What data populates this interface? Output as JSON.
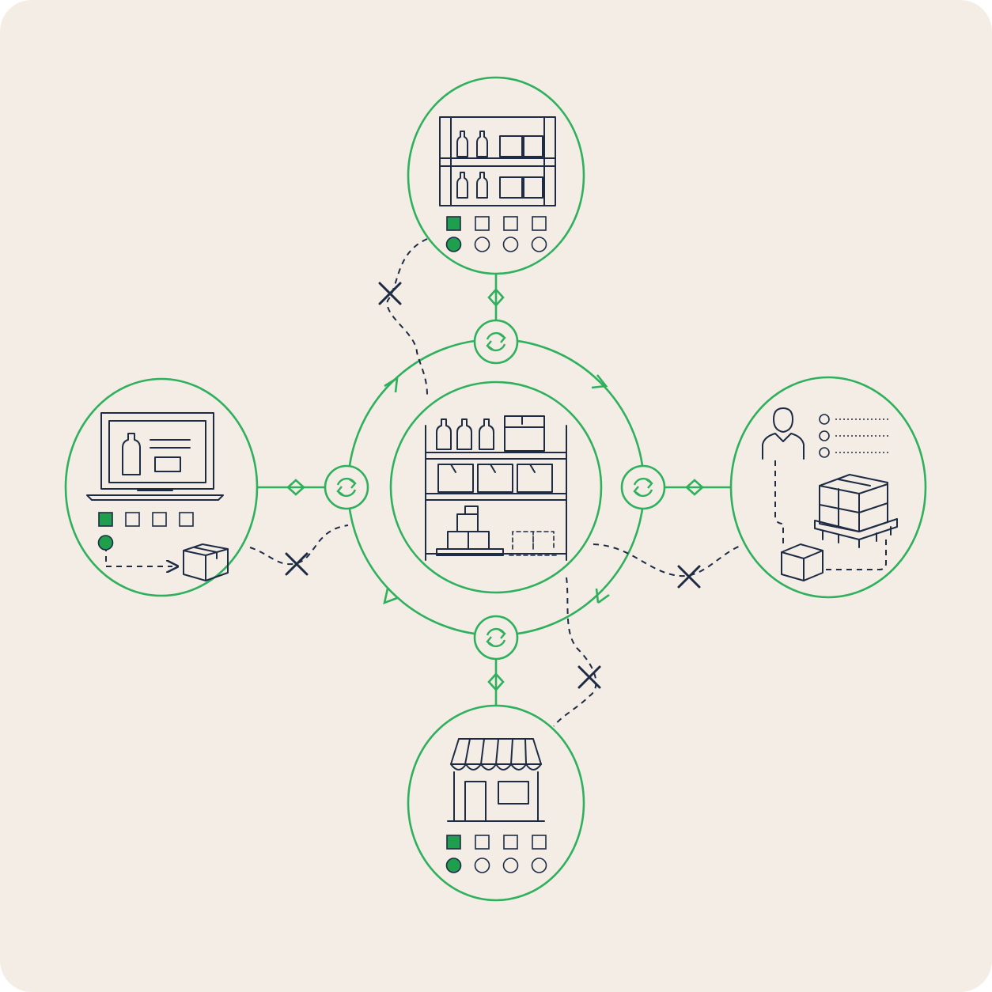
{
  "colors": {
    "background": "#f3ede5",
    "green": "#2fb05c",
    "green_fill": "#1f9e4e",
    "navy": "#1e2b45",
    "white_fill": "#f7f2ec"
  },
  "nodes": [
    {
      "id": "hub",
      "icon": "warehouse-racking-icon"
    },
    {
      "id": "top",
      "icon": "store-shelf-icon"
    },
    {
      "id": "left",
      "icon": "laptop-ecommerce-icon"
    },
    {
      "id": "right",
      "icon": "wholesale-customer-pallet-icon"
    },
    {
      "id": "bottom",
      "icon": "retail-storefront-icon"
    }
  ],
  "status_indicators": {
    "top": {
      "squares_filled": 1,
      "squares_total": 4,
      "dots_filled": 1,
      "dots_total": 4
    },
    "left": {
      "squares_filled": 1,
      "squares_total": 4,
      "dots_filled": 1,
      "dots_total": 1
    },
    "bottom": {
      "squares_filled": 1,
      "squares_total": 4,
      "dots_filled": 1,
      "dots_total": 4
    },
    "right": {
      "dots_filled": 0,
      "dots_total": 3
    }
  },
  "sync_icons": [
    "sync-icon-top",
    "sync-icon-right",
    "sync-icon-bottom",
    "sync-icon-left"
  ],
  "broken_links": 4
}
